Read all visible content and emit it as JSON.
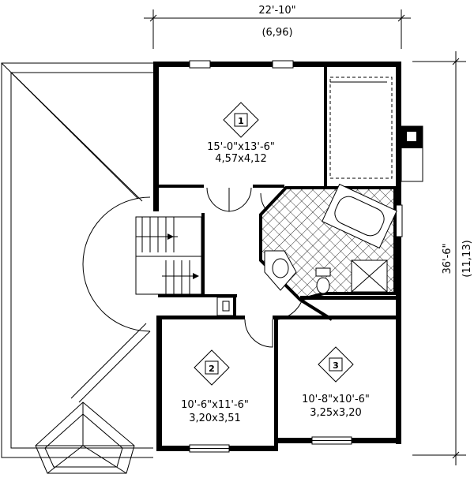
{
  "dimensions": {
    "width_imperial": "22'-10\"",
    "width_metric": "(6,96)",
    "depth_imperial": "36'-6\"",
    "depth_metric": "(11,13)"
  },
  "rooms": [
    {
      "number": "1",
      "size_imperial": "15'-0\"x13'-6\"",
      "size_metric": "4,57x4,12"
    },
    {
      "number": "2",
      "size_imperial": "10'-6\"x11'-6\"",
      "size_metric": "3,20x3,51"
    },
    {
      "number": "3",
      "size_imperial": "10'-8\"x10'-6\"",
      "size_metric": "3,25x3,20"
    }
  ],
  "colors": {
    "ink": "#000000",
    "background": "#ffffff"
  }
}
